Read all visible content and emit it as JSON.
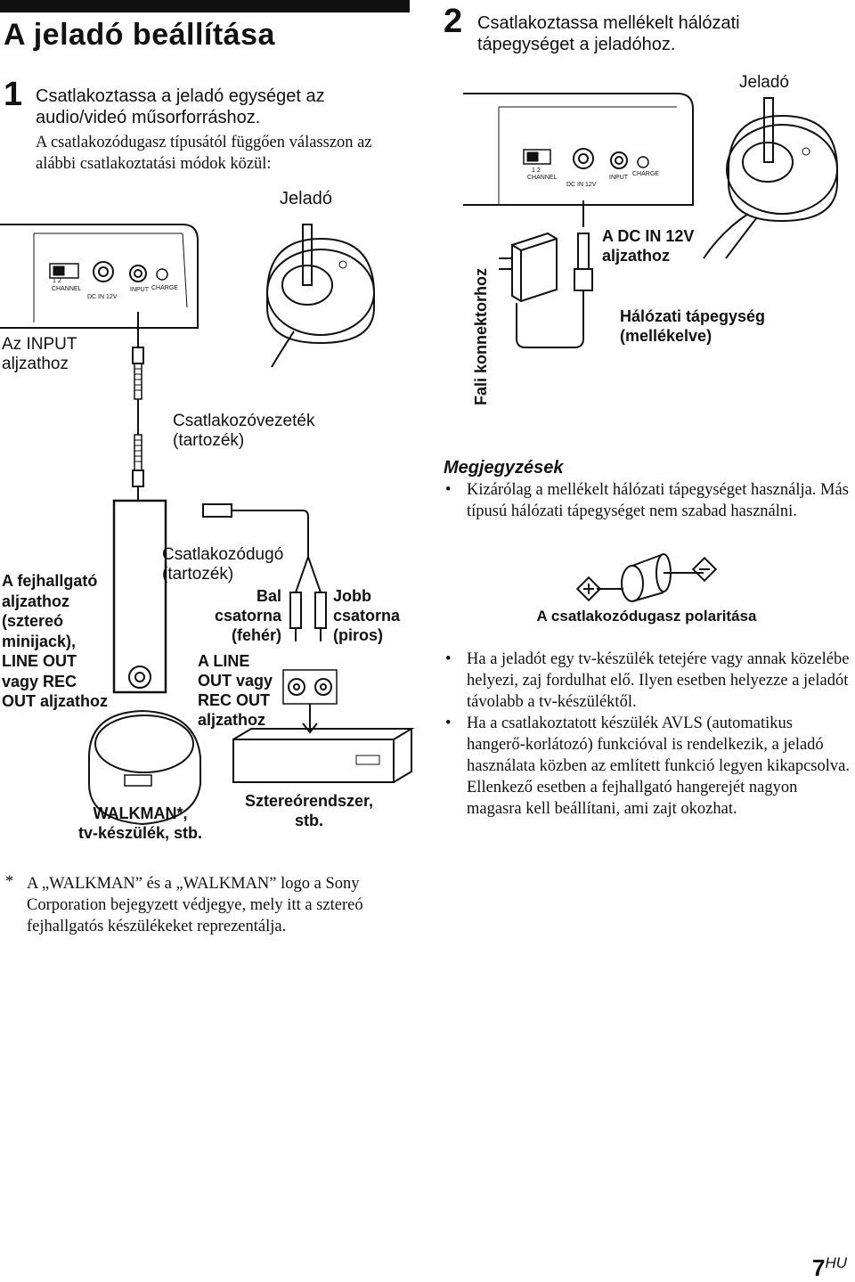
{
  "page": {
    "title": "A jeladó beállítása",
    "page_number": "7",
    "page_suffix": "HU"
  },
  "step1": {
    "number": "1",
    "heading": "Csatlakoztassa a jeladó egységet az audio/videó műsorforráshoz.",
    "body": "A csatlakozódugasz típusától függően válasszon az alábbi csatlakoztatási módok közül:"
  },
  "step2": {
    "number": "2",
    "heading": "Csatlakoztassa mellékelt hálózati tápegységet a jeladóhoz."
  },
  "diagram1": {
    "transmitter_label": "Jeladó",
    "panel_channel": "CHANNEL",
    "panel_ch_nums": "1  2",
    "panel_dcin": "DC IN  12V",
    "panel_input": "INPUT",
    "panel_charge": "CHARGE",
    "input_jack_label": "Az INPUT\naljzathoz",
    "cable_label": "Csatlakozóvezeték\n(tartozék)",
    "plug_label": "Csatlakozódugó\n(tartozék)",
    "headphone_jack_label": "A fejhallgató\naljzathoz\n(sztereó\nminijack),\nLINE OUT\nvagy REC\nOUT aljzathoz",
    "left_channel_label": "Bal\ncsatorna\n(fehér)",
    "right_channel_label": "Jobb\ncsatorna\n(piros)",
    "line_out_label": "A LINE\nOUT vagy\nREC OUT\naljzathoz",
    "walkman_label": "WALKMAN*,\ntv-készülék, stb.",
    "stereo_label": "Sztereórendszer,\nstb."
  },
  "diagram2": {
    "transmitter_label": "Jeladó",
    "dcin_label": "A DC IN 12V\naljzathoz",
    "adapter_label": "Hálózati tápegység\n(mellékelve)",
    "wall_outlet_label": "Fali konnektorhoz"
  },
  "notes": {
    "heading": "Megjegyzések",
    "items": [
      "Kizárólag a mellékelt hálózati tápegységet használja. Más típusú hálózati tápegységet nem szabad használni.",
      "Ha a jeladót egy tv-készülék tetejére vagy annak közelébe helyezi, zaj fordulhat elő. Ilyen esetben helyezze a jeladót távolabb a tv-készüléktől.",
      "Ha a csatlakoztatott készülék AVLS (automatikus hangerő-korlátozó) funkcióval is rendelkezik, a jeladó használata közben az említett funkció legyen kikapcsolva. Ellenkező esetben a fejhallgató hangerejét nagyon magasra kell beállítani, ami zajt okozhat."
    ],
    "polarity_caption": "A csatlakozódugasz polaritása"
  },
  "footnote": {
    "marker": "*",
    "text": "A „WALKMAN” és a „WALKMAN” logo a Sony Corporation bejegyzett védjegye, mely itt a sztereó fejhallgatós készülékeket reprezentálja."
  }
}
